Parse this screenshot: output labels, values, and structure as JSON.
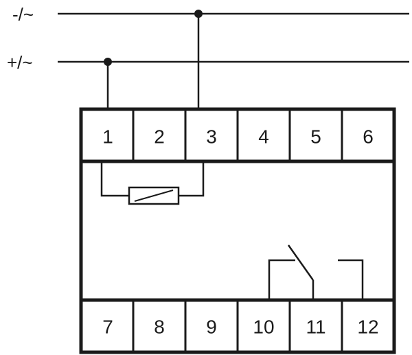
{
  "supply": {
    "negative_label": "-/~",
    "positive_label": "+/~"
  },
  "terminals": {
    "top": [
      "1",
      "2",
      "3",
      "4",
      "5",
      "6"
    ],
    "bottom": [
      "7",
      "8",
      "9",
      "10",
      "11",
      "12"
    ]
  },
  "colors": {
    "stroke": "#1a1a1a",
    "background": "#ffffff"
  }
}
